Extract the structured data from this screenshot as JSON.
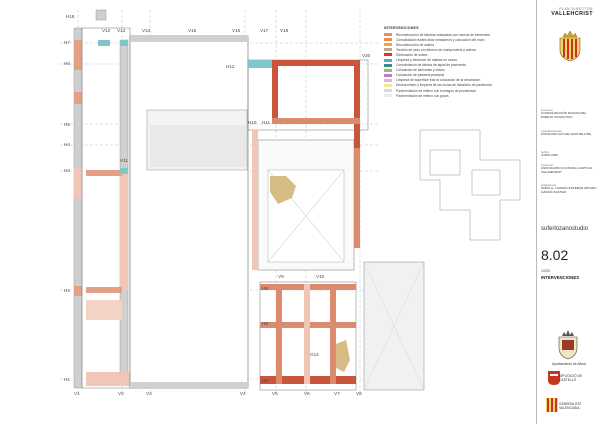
{
  "colors": {
    "wall_gray": "#b9b9b9",
    "orange": "#dc8a6e",
    "red": "#c8553c",
    "pale_pink": "#f2c6b6",
    "cyan": "#7fc7c9",
    "tan": "#d8bc86"
  },
  "grid": {
    "top_labels": [
      "H18",
      "V12",
      "V13",
      "V14",
      "V15",
      "V16",
      "V17",
      "V18"
    ],
    "left_labels": [
      "H7",
      "H6",
      "H5",
      "H4",
      "H3",
      "H2",
      "H1"
    ],
    "bottom_labels": [
      "V1",
      "V2",
      "V3",
      "V4",
      "V5",
      "V6",
      "V7",
      "V8"
    ],
    "inner_labels": [
      "H12",
      "H10",
      "H11",
      "V11",
      "V20",
      "V9",
      "V10",
      "H9",
      "H8",
      "H6",
      "G14"
    ]
  },
  "legend": {
    "title": "INTERVENCIONES",
    "items": [
      {
        "label": "Reconstrucción de fábricas realizadas con mezcla de elementos",
        "color": "#e0926f"
      },
      {
        "label": "Consolidación fustes ditos verdaderos y colocación del muro",
        "color": "#f08a4b"
      },
      {
        "label": "Reconstrucción de solería",
        "color": "#f5a34a"
      },
      {
        "label": "Tendido de yeso en refuerzo de mampostería y solería",
        "color": "#bfa68d"
      },
      {
        "label": "Eliminación de solera",
        "color": "#d43c2c"
      },
      {
        "label": "Limpieza y desbroce de maleza en muros",
        "color": "#5aa7d6"
      },
      {
        "label": "Consolidación de fábrica de tapial de pavimento",
        "color": "#3e8a86"
      },
      {
        "label": "Colocación de tachuelas y clavos",
        "color": "#8fc07a"
      },
      {
        "label": "Colocación de pasarela peatonal",
        "color": "#cc74c5"
      },
      {
        "label": "Limpieza de superficie tras la colocación de la decoración",
        "color": "#e0b3d6"
      },
      {
        "label": "Desescombro y limpieza de las zonas de transición de pavimento",
        "color": "#f1ea8e"
      },
      {
        "label": "Pavimentación de relleno con hormigón de proximidad",
        "color": "#d9d9d9"
      },
      {
        "label": "Pavimentación de relleno con grava",
        "color": "#ededed"
      }
    ]
  },
  "title_block": {
    "header_kicker": "PLAN DIRECTOR",
    "header_name": "VALLEHCRIST",
    "fields": [
      {
        "label": "proyecto",
        "value": "CONSOLIDACIÓN RUINAS DEL PAREJO OGIVALTICO"
      },
      {
        "label": "emplazamiento",
        "value": "POLÍGONO ALTURA (CASTELLÓN)"
      },
      {
        "label": "fecha",
        "value": "JUNIO 2022"
      },
      {
        "label": "promotor",
        "value": "ASOCIACIÓN CULTURAL CARTUJA VALLDECRIST"
      },
      {
        "label": "arquitectos",
        "value": "SOFÍA G. LOZANO ESTEBAN ARTURO GARCÍA SASTER"
      }
    ],
    "studio": "suferlozanostudio",
    "sheet_number": "8.02",
    "scale": "1/200",
    "sheet_title": "INTERVENCIONES",
    "municipality": "Ayuntamiento de Altura",
    "diputacion": "DIPUTACIÓ DE CASTELLÓ",
    "generalitat": "GENERALITAT VALENCIANA"
  }
}
